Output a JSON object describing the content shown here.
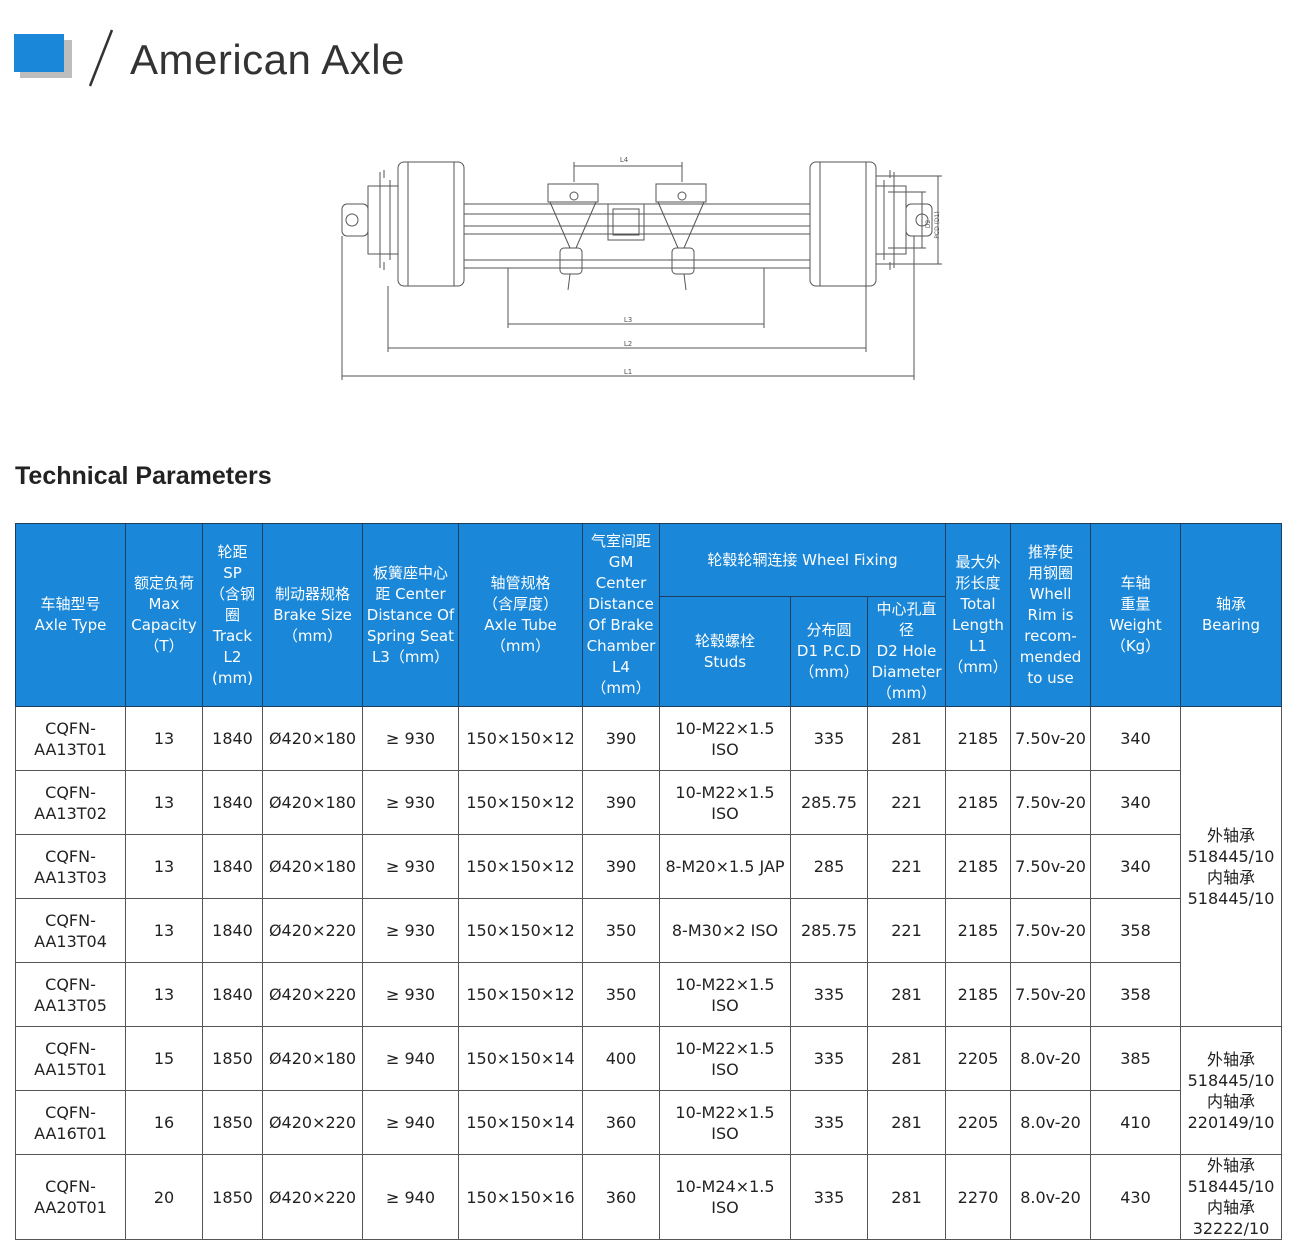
{
  "header": {
    "title": "American Axle"
  },
  "drawing": {
    "labels": {
      "l4": "L4",
      "l3": "L3",
      "l2": "L2",
      "l1": "L1",
      "d2": "D2",
      "pcd": "PCD (D1)"
    }
  },
  "section": {
    "title": "Technical Parameters"
  },
  "table": {
    "headers": {
      "type": [
        "车轴型号",
        "Axle Type"
      ],
      "capacity": [
        "额定负荷",
        "Max",
        "Capacity",
        "（T）"
      ],
      "track": [
        "轮距",
        "SP",
        "（含钢",
        "圈",
        "Track",
        "L2",
        "(mm)"
      ],
      "brake": [
        "制动器规格",
        "Brake Size",
        "（mm）"
      ],
      "spring": [
        "板簧座中心",
        "距 Center",
        "Distance Of",
        "Spring Seat",
        "L3（mm）"
      ],
      "tube": [
        "轴管规格",
        "（含厚度）",
        "Axle Tube",
        "（mm）"
      ],
      "gm": [
        "气室间距",
        "GM",
        "Center",
        "Distance",
        "Of Brake",
        "Chamber",
        "L4",
        "（mm）"
      ],
      "wheel_fixing": "轮毂轮辋连接 Wheel Fixing",
      "studs": [
        "轮毂螺栓",
        "Studs"
      ],
      "d1": [
        "分布圆",
        "D1 P.C.D",
        "（mm）"
      ],
      "d2": [
        "中心孔直",
        "径",
        "D2 Hole",
        "Diameter",
        "（mm）"
      ],
      "length": [
        "最大外",
        "形长度",
        "Total",
        "Length",
        "L1",
        "（mm）"
      ],
      "rim": [
        "推荐使",
        "用钢圈",
        "Whell",
        "Rim is",
        "recom-",
        "mended",
        "to use"
      ],
      "weight": [
        "车轴",
        "重量",
        "Weight",
        "（Kg）"
      ],
      "bearing": [
        "轴承",
        "Bearing"
      ]
    },
    "rows": [
      {
        "type": "CQFN-AA13T01",
        "capacity": "13",
        "track": "1840",
        "brake": "Ø420×180",
        "spring": "≥ 930",
        "tube": "150×150×12",
        "gm": "390",
        "studs": "10-M22×1.5 ISO",
        "d1": "335",
        "d2": "281",
        "length": "2185",
        "rim": "7.50v-20",
        "weight": "340"
      },
      {
        "type": "CQFN-AA13T02",
        "capacity": "13",
        "track": "1840",
        "brake": "Ø420×180",
        "spring": "≥ 930",
        "tube": "150×150×12",
        "gm": "390",
        "studs": "10-M22×1.5 ISO",
        "d1": "285.75",
        "d2": "221",
        "length": "2185",
        "rim": "7.50v-20",
        "weight": "340"
      },
      {
        "type": "CQFN-AA13T03",
        "capacity": "13",
        "track": "1840",
        "brake": "Ø420×180",
        "spring": "≥ 930",
        "tube": "150×150×12",
        "gm": "390",
        "studs": "8-M20×1.5 JAP",
        "d1": "285",
        "d2": "221",
        "length": "2185",
        "rim": "7.50v-20",
        "weight": "340"
      },
      {
        "type": "CQFN-AA13T04",
        "capacity": "13",
        "track": "1840",
        "brake": "Ø420×220",
        "spring": "≥ 930",
        "tube": "150×150×12",
        "gm": "350",
        "studs": "8-M30×2 ISO",
        "d1": "285.75",
        "d2": "221",
        "length": "2185",
        "rim": "7.50v-20",
        "weight": "358"
      },
      {
        "type": "CQFN-AA13T05",
        "capacity": "13",
        "track": "1840",
        "brake": "Ø420×220",
        "spring": "≥ 930",
        "tube": "150×150×12",
        "gm": "350",
        "studs": "10-M22×1.5 ISO",
        "d1": "335",
        "d2": "281",
        "length": "2185",
        "rim": "7.50v-20",
        "weight": "358"
      },
      {
        "type": "CQFN-AA15T01",
        "capacity": "15",
        "track": "1850",
        "brake": "Ø420×180",
        "spring": "≥ 940",
        "tube": "150×150×14",
        "gm": "400",
        "studs": "10-M22×1.5 ISO",
        "d1": "335",
        "d2": "281",
        "length": "2205",
        "rim": "8.0v-20",
        "weight": "385"
      },
      {
        "type": "CQFN-AA16T01",
        "capacity": "16",
        "track": "1850",
        "brake": "Ø420×220",
        "spring": "≥ 940",
        "tube": "150×150×14",
        "gm": "360",
        "studs": "10-M22×1.5 ISO",
        "d1": "335",
        "d2": "281",
        "length": "2205",
        "rim": "8.0v-20",
        "weight": "410"
      },
      {
        "type": "CQFN-AA20T01",
        "capacity": "20",
        "track": "1850",
        "brake": "Ø420×220",
        "spring": "≥ 940",
        "tube": "150×150×16",
        "gm": "360",
        "studs": "10-M24×1.5 ISO",
        "d1": "335",
        "d2": "281",
        "length": "2270",
        "rim": "8.0v-20",
        "weight": "430"
      }
    ],
    "bearings": [
      {
        "text": "外轴承\n518445/10\n内轴承\n518445/10",
        "rows": 5
      },
      {
        "text": "外轴承\n518445/10\n内轴承\n220149/10",
        "rows": 2
      },
      {
        "text": "外轴承\n518445/10\n内轴承\n32222/10",
        "rows": 1
      }
    ]
  }
}
